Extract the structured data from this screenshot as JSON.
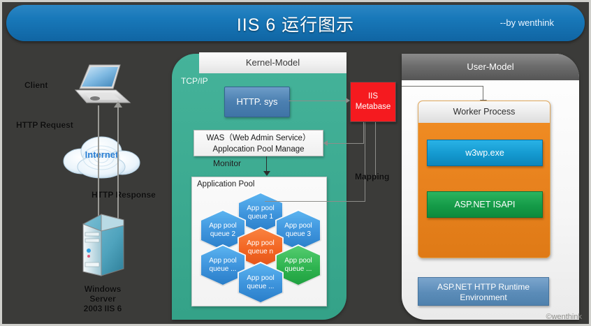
{
  "title": {
    "text": "IIS 6 运行图示",
    "author": "--by wenthink"
  },
  "watermark": "©wenthink",
  "left_column": {
    "client_label": "Client",
    "request_label": "HTTP Request",
    "response_label": "HTTP Response",
    "internet_label": "Internet",
    "server_label": "Windows Server 2003 IIS 6",
    "server_label_lines": [
      "Windows",
      "Server",
      "2003 IIS  6"
    ]
  },
  "kernel": {
    "header": "Kernel-Model",
    "tcpip_label": "TCP/IP",
    "http_sys": "HTTP. sys",
    "was_line1": "WAS（Web Admin Service）",
    "was_line2": "Applocation Pool Manage",
    "monitor_label": "Monitor",
    "app_pool_title": "Application  Pool",
    "queues": [
      {
        "id": "queue-1",
        "line1": "App pool",
        "line2": "queue 1",
        "color": "blue"
      },
      {
        "id": "queue-2",
        "line1": "App pool",
        "line2": "queue 2",
        "color": "blue"
      },
      {
        "id": "queue-3",
        "line1": "App pool",
        "line2": "queue 3",
        "color": "blue"
      },
      {
        "id": "queue-n",
        "line1": "App pool",
        "line2": "queue n",
        "color": "orange"
      },
      {
        "id": "queue-dl",
        "line1": "App pool",
        "line2": "queue ...",
        "color": "blue"
      },
      {
        "id": "queue-dr",
        "line1": "App pool",
        "line2": "queue ...",
        "color": "green"
      },
      {
        "id": "queue-db",
        "line1": "App pool",
        "line2": "queue ...",
        "color": "blue"
      }
    ]
  },
  "metabase": {
    "line1": "IIS",
    "line2": "Metabase",
    "mapping_label": "Mapping",
    "color": "#f51a1f"
  },
  "user_model": {
    "header": "User-Model",
    "worker_process": "Worker  Process",
    "w3wp": "w3wp.exe",
    "isapi": "ASP.NET ISAPI",
    "runtime_line1": "ASP.NET HTTP Runtime",
    "runtime_line2": "Environment"
  },
  "colors": {
    "background": "#3b3b39",
    "title_bar": "#1878b9",
    "kernel_panel": "#3aa98f",
    "worker_body": "#e8821e",
    "w3wp": "#1499cf",
    "isapi": "#159b48",
    "runtime": "#5b8cb8",
    "metabase": "#f51a1f"
  }
}
